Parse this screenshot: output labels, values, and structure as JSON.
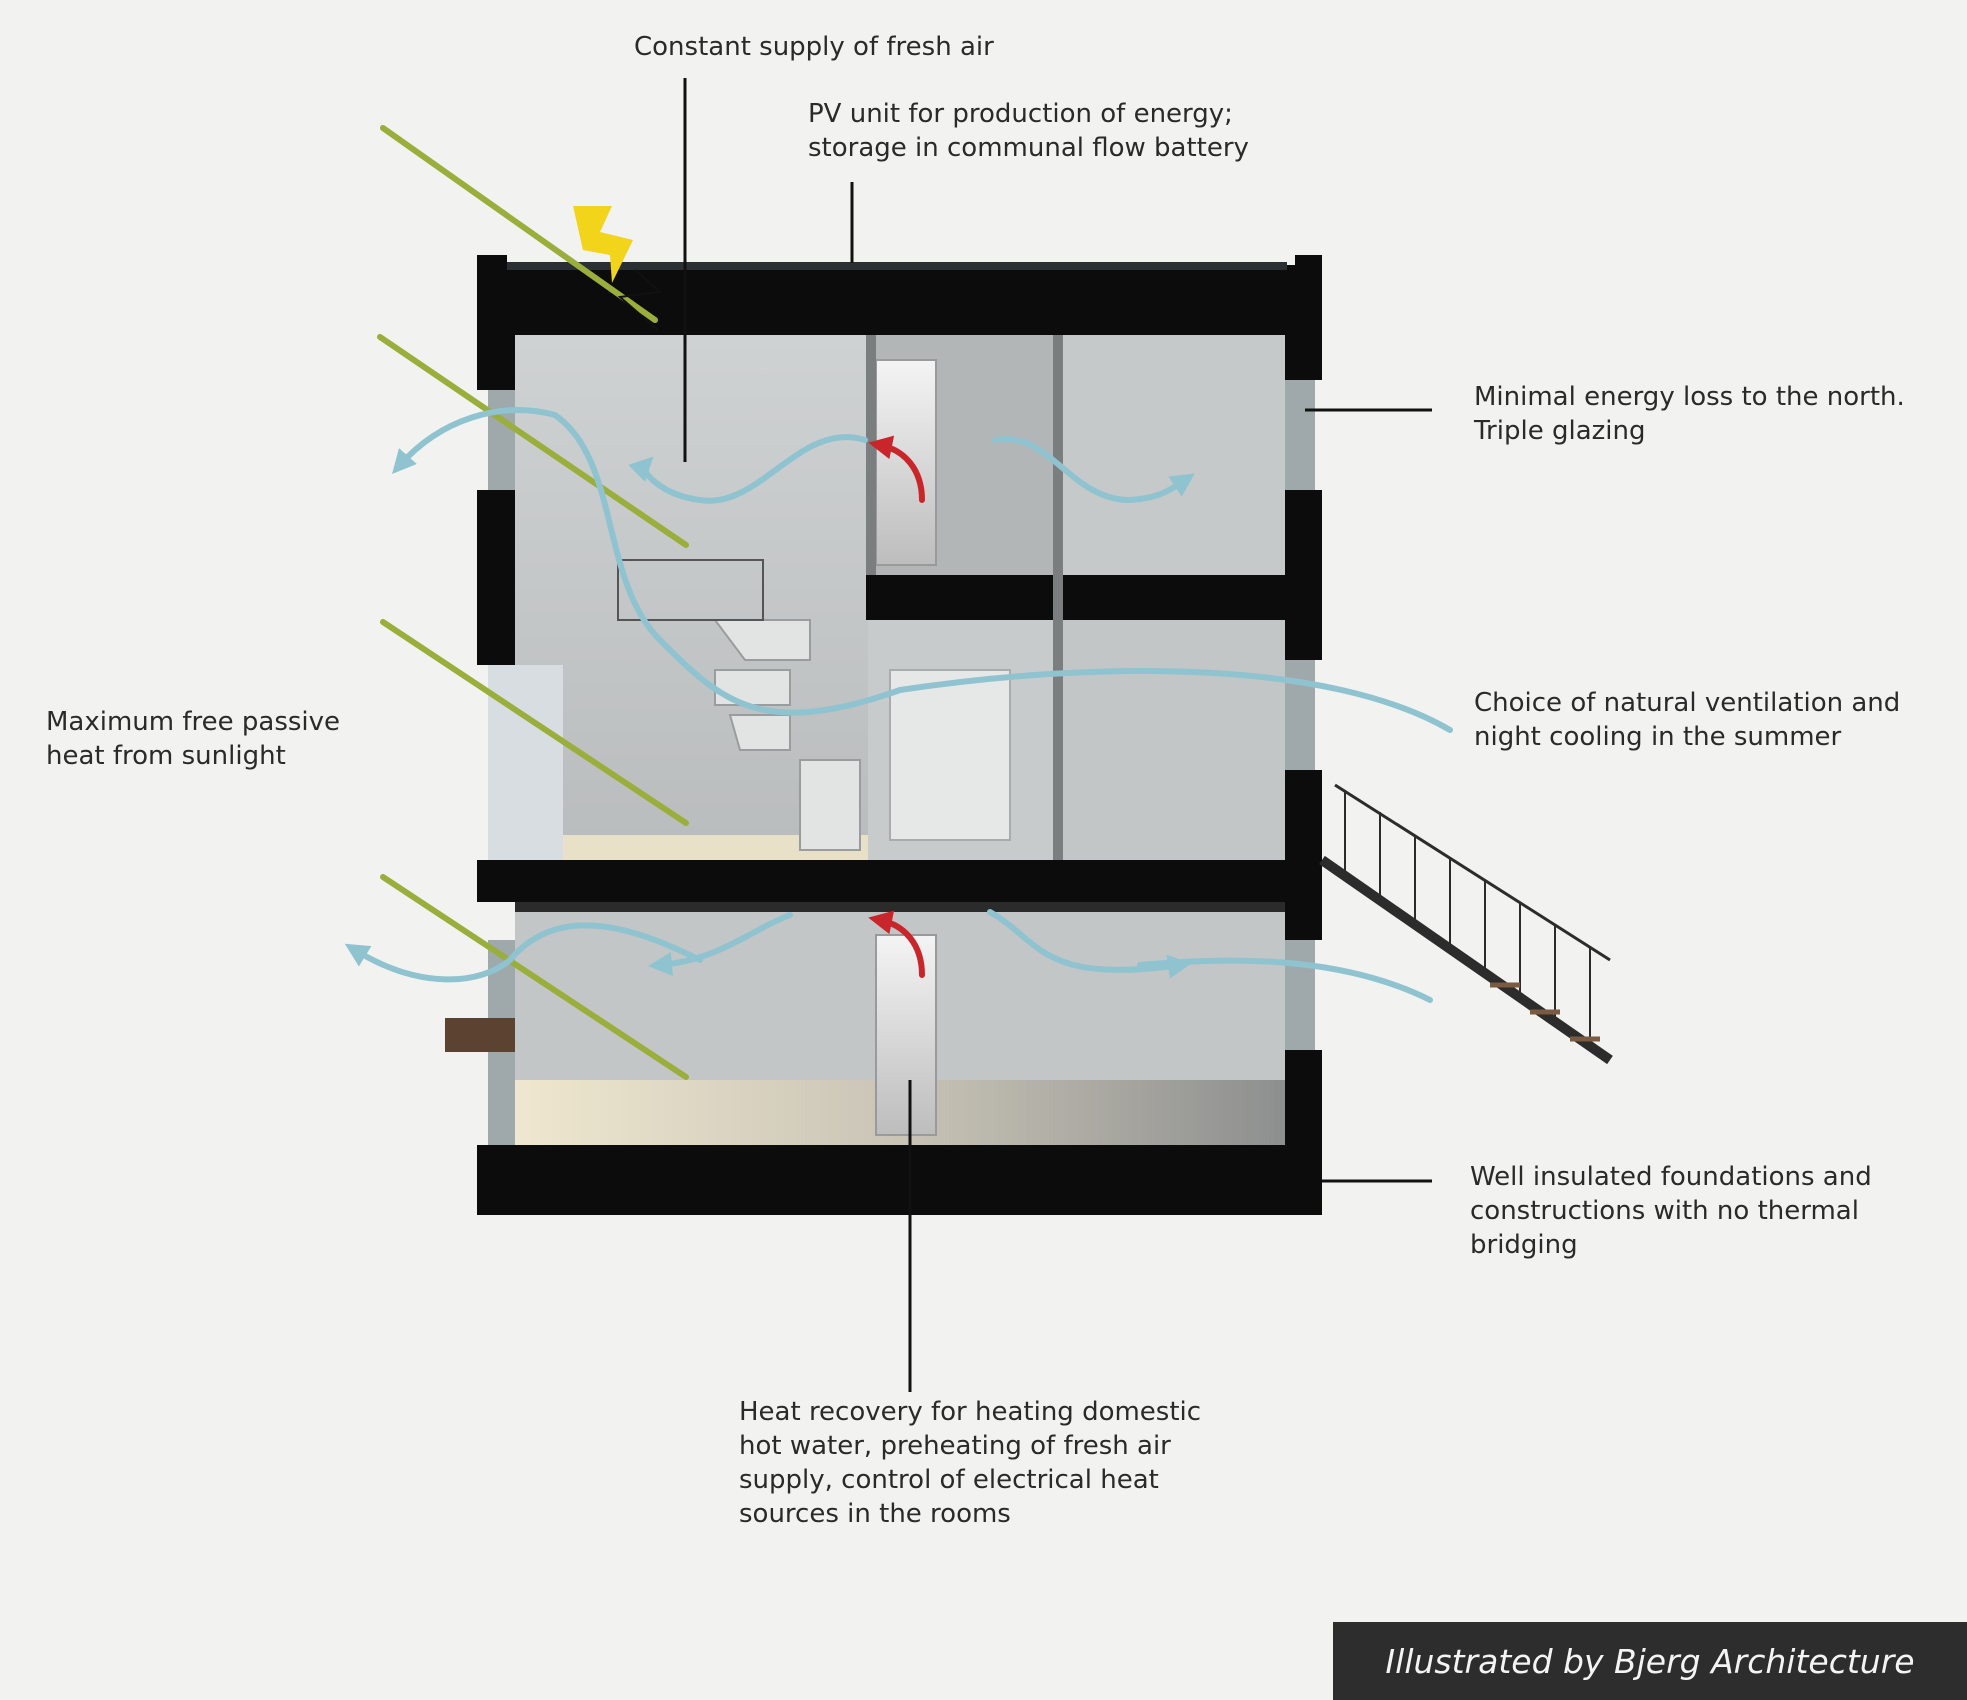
{
  "annotations": {
    "fresh_air": [
      "Constant supply of fresh air"
    ],
    "pv_unit": [
      "PV unit for production of energy;",
      "storage in communal flow battery"
    ],
    "north_loss": [
      "Minimal energy loss to the north.",
      "Triple glazing"
    ],
    "passive_heat": [
      "Maximum free passive",
      "heat from sunlight"
    ],
    "ventilation": [
      "Choice of natural ventilation and",
      "night cooling in the summer"
    ],
    "foundations": [
      "Well insulated foundations and",
      "constructions with no thermal",
      "bridging"
    ],
    "heat_recovery": [
      "Heat recovery for heating domestic",
      "hot water, preheating of fresh air",
      "supply, control of electrical heat",
      "sources in the rooms"
    ]
  },
  "credit": "Illustrated by Bjerg Architecture",
  "colors": {
    "background": "#f2f2f1",
    "structure": "#0c0c0c",
    "sun_ray": "#9aae3c",
    "air_flow": "#8fc3d0",
    "warm_flow": "#c8262b",
    "lightning": "#f2d41a",
    "credit_box": "#2d2d2d"
  },
  "icons": [
    "lightning-bolt-icon",
    "sun-ray-arrow-icon",
    "air-flow-arrow-icon",
    "warm-air-arrow-icon"
  ]
}
